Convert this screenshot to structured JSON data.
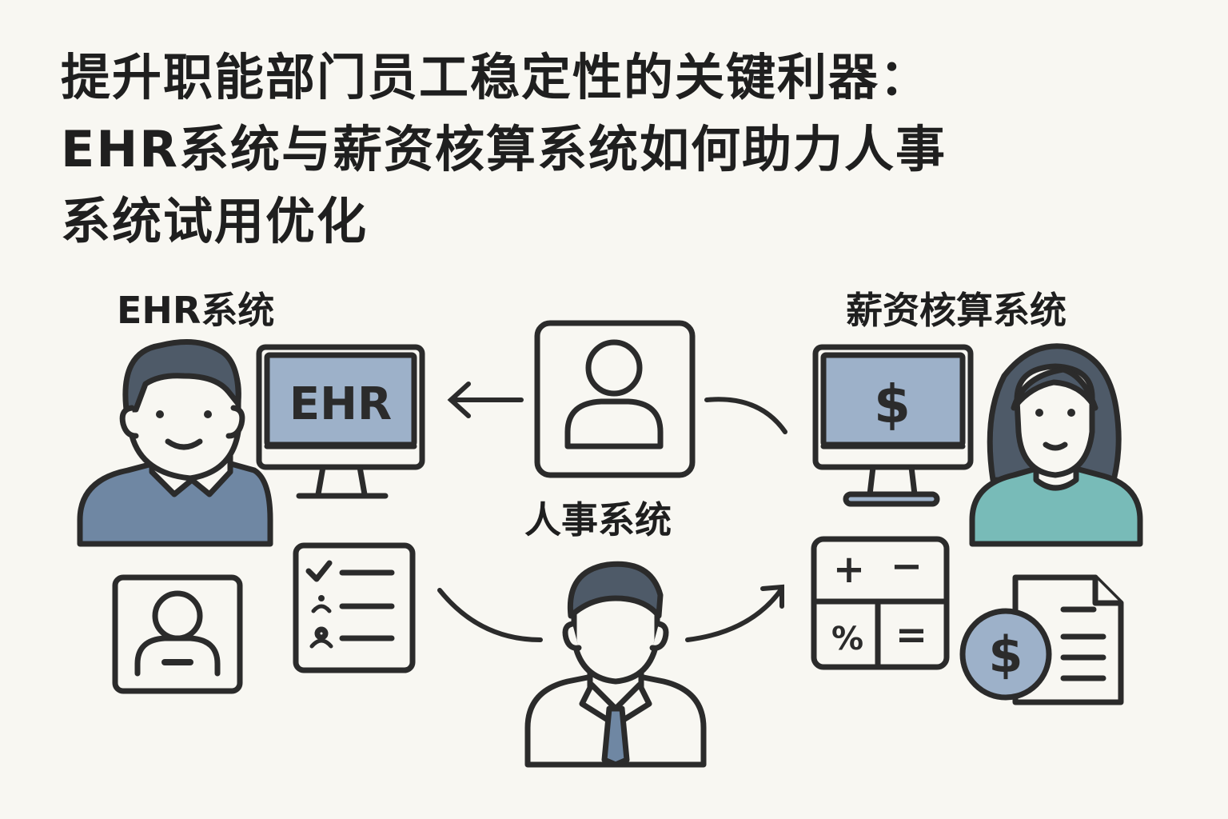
{
  "title": {
    "line1": "提升职能部门员工稳定性的关键利器：",
    "line2": "EHR系统与薪资核算系统如何助力人事",
    "line3": "系统试用优化"
  },
  "labels": {
    "ehr_system": "EHR系统",
    "payroll_system": "薪资核算系统",
    "hr_system": "人事系统"
  },
  "monitor_ehr_text": "EHR",
  "monitor_payroll_symbol": "$",
  "calculator_keys": [
    "+",
    "−",
    "%",
    "="
  ],
  "coin_symbol": "$",
  "colors": {
    "background": "#f8f7f2",
    "stroke": "#2b2b2b",
    "blue_gray": "#6f87a3",
    "light_blue": "#9db1c9",
    "hair": "#4e5a68",
    "teal": "#78bbb8"
  },
  "icons": [
    "man-avatar",
    "ehr-monitor",
    "hr-profile-card",
    "payroll-monitor",
    "woman-avatar",
    "user-badge",
    "checklist",
    "manager-avatar",
    "calculator",
    "coin-document"
  ]
}
